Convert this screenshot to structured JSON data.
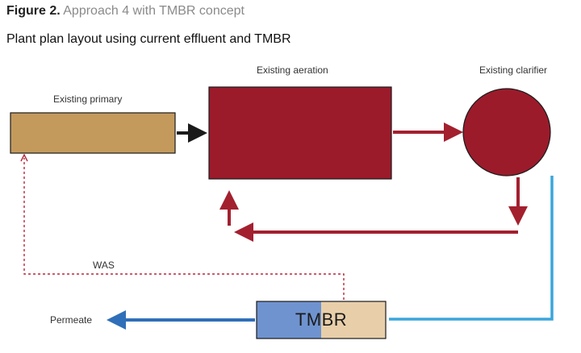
{
  "figure": {
    "number": "Figure 2.",
    "caption": "Approach 4 with TMBR concept",
    "subtitle": "Plant plan layout using current effluent and TMBR"
  },
  "nodes": {
    "primary": {
      "label": "Existing primary",
      "color": "#c49a5c"
    },
    "aeration": {
      "label": "Existing aeration",
      "color": "#9b1b2b"
    },
    "clarifier": {
      "label": "Existing clarifier",
      "color": "#9b1b2b"
    },
    "tmbr": {
      "label": "TMBR",
      "colors": [
        "#6f93cf",
        "#e8cfaa"
      ]
    }
  },
  "flows": {
    "was": {
      "label": "WAS",
      "color": "#b8273a"
    },
    "permeate": {
      "label": "Permeate",
      "color": "#2f6fb9"
    },
    "effluent": {
      "color": "#3aa6dc"
    },
    "return": {
      "color": "#a3202f"
    },
    "primary_out": {
      "color": "#1a1a1a"
    }
  }
}
